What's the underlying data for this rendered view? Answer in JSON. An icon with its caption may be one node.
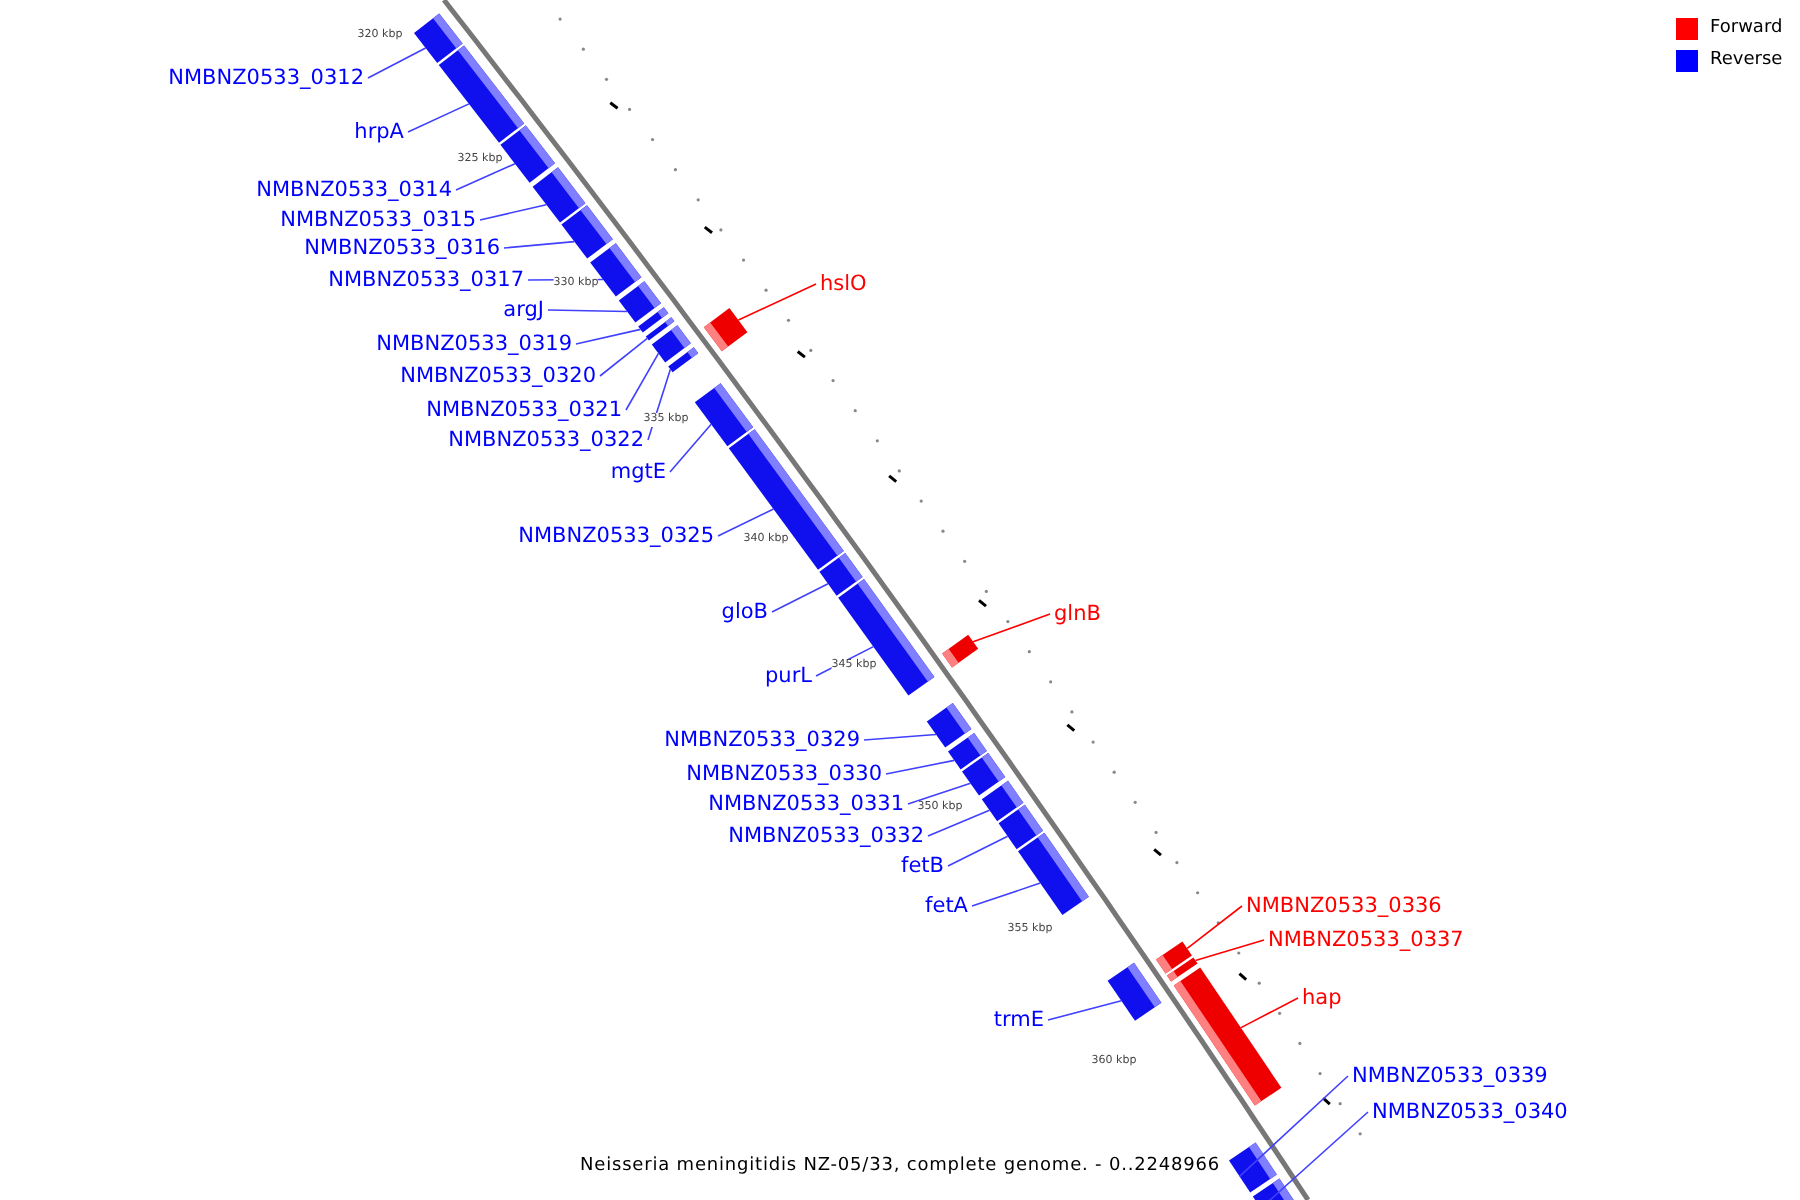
{
  "diagram": {
    "caption": "Neisseria meningitidis NZ-05/33, complete genome. - 0..2248966",
    "nodes": [
      {
        "text": [
          "NMBNZ0533_0312"
        ]
      },
      {
        "text": [
          "hrpA"
        ]
      },
      {
        "text": [
          "NMBNZ0533_0314"
        ]
      },
      {
        "text": [
          "NMBNZ0533_0315"
        ]
      },
      {
        "text": [
          "NMBNZ0533_0316"
        ]
      },
      {
        "text": [
          "NMBNZ0533_0317"
        ]
      },
      {
        "text": [
          "hslO"
        ]
      },
      {
        "text": [
          "argJ"
        ]
      },
      {
        "text": [
          "NMBNZ0533_0319"
        ]
      },
      {
        "text": [
          "NMBNZ0533_0320"
        ]
      },
      {
        "text": [
          "NMBNZ0533_0321"
        ]
      },
      {
        "text": [
          "NMBNZ0533_0322"
        ]
      },
      {
        "text": [
          "mgtE"
        ]
      },
      {
        "text": [
          "NMBNZ0533_0325"
        ]
      },
      {
        "text": [
          "gloB"
        ]
      },
      {
        "text": [
          "glnB"
        ]
      },
      {
        "text": [
          "purL"
        ]
      },
      {
        "text": [
          "NMBNZ0533_0329"
        ]
      },
      {
        "text": [
          "NMBNZ0533_0330"
        ]
      },
      {
        "text": [
          "NMBNZ0533_0331"
        ]
      },
      {
        "text": [
          "NMBNZ0533_0332"
        ]
      },
      {
        "text": [
          "fetB"
        ]
      },
      {
        "text": [
          "fetA"
        ]
      },
      {
        "text": [
          "NMBNZ0533_0336"
        ]
      },
      {
        "text": [
          "NMBNZ0533_0337"
        ]
      },
      {
        "text": [
          "hap"
        ]
      },
      {
        "text": [
          "trmE"
        ]
      },
      {
        "text": [
          "NMBNZ0533_0339"
        ]
      },
      {
        "text": [
          "NMBNZ0533_0340"
        ]
      },
      {
        "text": [],
        "shape": "bar"
      },
      {
        "text": [],
        "shape": "bar"
      },
      {
        "text": [],
        "shape": "bar"
      },
      {
        "text": [],
        "shape": "bar"
      },
      {
        "text": [],
        "shape": "bar"
      },
      {
        "text": [],
        "shape": "bar"
      },
      {
        "text": [],
        "shape": "bar"
      },
      {
        "text": [],
        "shape": "bar"
      },
      {
        "text": [],
        "shape": "bar"
      },
      {
        "text": [],
        "shape": "bar"
      },
      {
        "text": [],
        "shape": "bar"
      },
      {
        "text": [],
        "shape": "bar"
      },
      {
        "text": [],
        "shape": "bar"
      },
      {
        "text": [],
        "shape": "bar"
      },
      {
        "text": [],
        "shape": "bar"
      },
      {
        "text": [],
        "shape": "bar"
      },
      {
        "text": [],
        "shape": "bar"
      },
      {
        "text": [],
        "shape": "bar"
      },
      {
        "text": [],
        "shape": "bar"
      },
      {
        "text": [],
        "shape": "bar"
      },
      {
        "text": [],
        "shape": "bar"
      },
      {
        "text": [],
        "shape": "bar"
      },
      {
        "text": [],
        "shape": "bar"
      },
      {
        "text": [],
        "shape": "bar"
      },
      {
        "text": [],
        "shape": "bar"
      },
      {
        "text": [],
        "shape": "bar"
      },
      {
        "text": [],
        "shape": "bar"
      },
      {
        "text": [],
        "shape": "bar"
      },
      {
        "text": [],
        "shape": "bar"
      }
    ],
    "edges": [
      {
        "from": 0,
        "to": 29,
        "arrow": "none"
      },
      {
        "from": 1,
        "to": 30,
        "arrow": "none"
      },
      {
        "from": 2,
        "to": 31,
        "arrow": "none"
      },
      {
        "from": 3,
        "to": 32,
        "arrow": "none"
      },
      {
        "from": 4,
        "to": 33,
        "arrow": "none"
      },
      {
        "from": 5,
        "to": 34,
        "arrow": "none"
      },
      {
        "from": 6,
        "to": 39,
        "arrow": "none",
        "color": "#ff0000"
      },
      {
        "from": 7,
        "to": 35,
        "arrow": "none"
      },
      {
        "from": 8,
        "to": 36,
        "arrow": "none"
      },
      {
        "from": 9,
        "to": 37,
        "arrow": "none"
      },
      {
        "from": 10,
        "to": 38,
        "arrow": "none"
      },
      {
        "from": 11,
        "to": 40,
        "arrow": "none"
      },
      {
        "from": 12,
        "to": 41,
        "arrow": "none"
      },
      {
        "from": 13,
        "to": 42,
        "arrow": "none"
      },
      {
        "from": 14,
        "to": 43,
        "arrow": "none"
      },
      {
        "from": 15,
        "to": 45,
        "arrow": "none",
        "color": "#ff0000"
      },
      {
        "from": 16,
        "to": 44,
        "arrow": "none"
      },
      {
        "from": 17,
        "to": 46,
        "arrow": "none"
      },
      {
        "from": 18,
        "to": 47,
        "arrow": "none"
      },
      {
        "from": 19,
        "to": 48,
        "arrow": "none"
      },
      {
        "from": 20,
        "to": 49,
        "arrow": "none"
      },
      {
        "from": 21,
        "to": 50,
        "arrow": "none"
      },
      {
        "from": 22,
        "to": 51,
        "arrow": "none"
      },
      {
        "from": 23,
        "to": 53,
        "arrow": "none",
        "color": "#ff0000"
      },
      {
        "from": 24,
        "to": 54,
        "arrow": "none",
        "color": "#ff0000"
      },
      {
        "from": 25,
        "to": 55,
        "arrow": "none",
        "color": "#ff0000"
      },
      {
        "from": 26,
        "to": 52,
        "arrow": "none"
      },
      {
        "from": 27,
        "to": 56,
        "arrow": "none"
      },
      {
        "from": 28,
        "to": 57,
        "arrow": "none"
      }
    ],
    "labels": [
      "320 kbp",
      "325 kbp",
      "330 kbp",
      "335 kbp",
      "340 kbp",
      "345 kbp",
      "350 kbp",
      "355 kbp",
      "360 kbp"
    ],
    "legend": [
      {
        "text": "Forward",
        "color": "#ff0000"
      },
      {
        "text": "Reverse",
        "color": "#0000ff"
      }
    ]
  }
}
